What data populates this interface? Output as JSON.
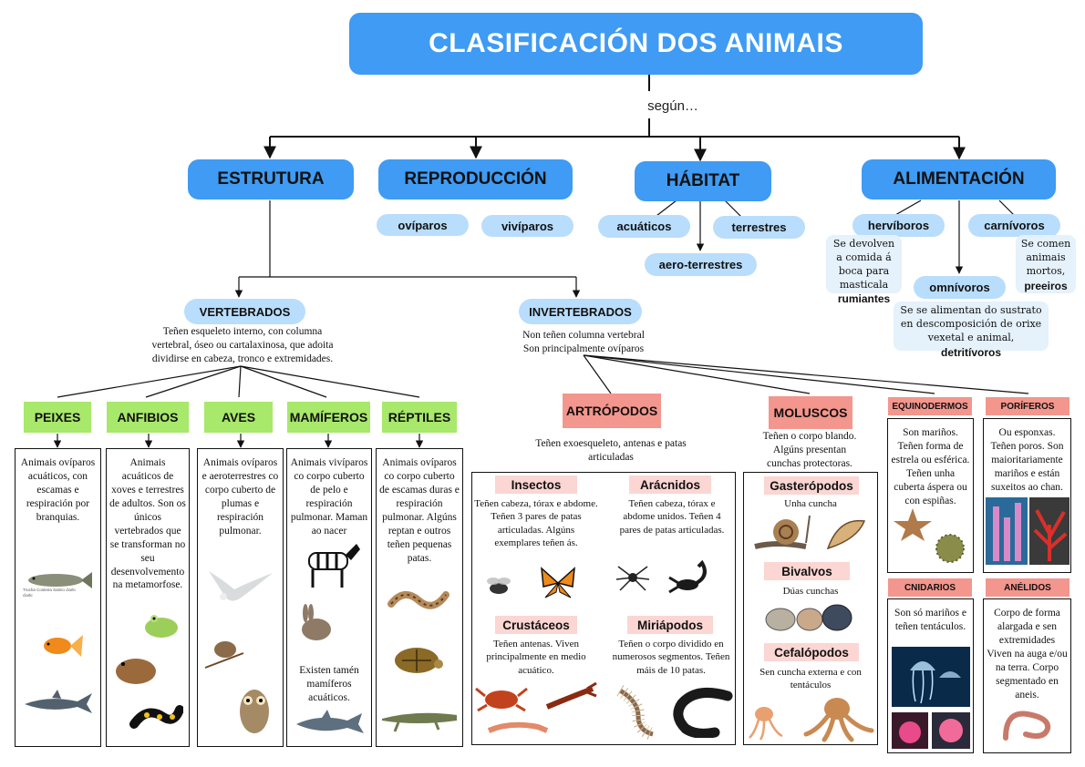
{
  "title": "CLASIFICACIÓN DOS ANIMAIS",
  "connector": "según…",
  "criteria": {
    "estrutura": "ESTRUTURA",
    "reproduccion": "REPRODUCCIÓN",
    "habitat": "HÁBITAT",
    "alimentacion": "ALIMENTACIÓN"
  },
  "reproduccion_types": [
    "ovíparos",
    "vivíparos"
  ],
  "habitat_types": [
    "acuáticos",
    "terrestres",
    "aero-terrestres"
  ],
  "alimentacion": {
    "herbivoros": "hervíboros",
    "herbivoros_note": "Se devolven a comida á boca para masticala",
    "herbivoros_bold": "rumiantes",
    "carnivoros": "carnívoros",
    "carnivoros_note": "Se comen animais mortos,",
    "carnivoros_bold": "preeiros",
    "omnivoros": "omnívoros",
    "omnivoros_note": "Se se alimentan do sustrato en descomposición de orixe vexetal e animal,",
    "omnivoros_bold": "detritívoros"
  },
  "vertebrados": {
    "label": "VERTEBRADOS",
    "desc": "Teñen esqueleto interno, con columna vertebral, óseo ou cartalaxinosa, que adoita dividirse en cabeza, tronco e extremidades.",
    "groups": [
      {
        "name": "PEIXES",
        "text": "Animais ovíparos acuáticos, con escamas e respiración por branquias.",
        "caption": "Trucha Costeira Salmo clarki clarki"
      },
      {
        "name": "ANFIBIOS",
        "text": "Animais acuáticos de xoves e terrestres de adultos. Son os únicos vertebrados que se transforman no seu desenvolvemento na metamorfose."
      },
      {
        "name": "AVES",
        "text": "Animais ovíparos e aeroterrestres co corpo cuberto de plumas e respiración pulmonar."
      },
      {
        "name": "MAMÍFEROS",
        "text": "Animais vivíparos co corpo cuberto de pelo e respiración pulmonar. Maman ao nacer",
        "text2": "Existen tamén mamíferos acuáticos."
      },
      {
        "name": "RÉPTILES",
        "text": "Animais ovíparos co corpo cuberto de escamas duras e respiración pulmonar. Algúns reptan e outros teñen pequenas patas."
      }
    ]
  },
  "invertebrados": {
    "label": "INVERTEBRADOS",
    "desc1": "Non teñen columna vertebral",
    "desc2": "Son principalmente ovíparos",
    "artropodos": {
      "label": "ARTRÓPODOS",
      "desc": "Teñen exoesqueleto, antenas e patas articuladas",
      "insectos": {
        "name": "Insectos",
        "text": "Teñen cabeza, tórax e abdome. Teñen 3 pares de patas articuladas. Algúns exemplares teñen ás."
      },
      "aracnidos": {
        "name": "Arácnidos",
        "text": "Teñen cabeza, tórax e abdome unidos. Teñen 4 pares de patas articuladas."
      },
      "crustaceos": {
        "name": "Crustáceos",
        "text": "Teñen antenas. Viven principalmente en medio acuático."
      },
      "miriapodos": {
        "name": "Miriápodos",
        "text": "Teñen o corpo dividido en numerosos segmentos. Teñen máis de 10 patas."
      }
    },
    "moluscos": {
      "label": "MOLUSCOS",
      "desc": "Teñen o corpo blando. Algúns presentan cunchas protectoras.",
      "gasteropodos": {
        "name": "Gasterópodos",
        "text": "Unha cuncha"
      },
      "bivalvos": {
        "name": "Bivalvos",
        "text": "Dúas cunchas"
      },
      "cefalopodos": {
        "name": "Cefalópodos",
        "text": "Sen cuncha externa e con tentáculos"
      }
    },
    "equinodermos": {
      "label": "EQUINODERMOS",
      "text": "Son mariños. Teñen forma de estrela ou esférica. Teñen unha cuberta áspera ou con espiñas."
    },
    "poriferos": {
      "label": "PORÍFEROS",
      "text": "Ou esponxas. Teñen poros. Son maioritariamente mariños e están suxeitos ao chan."
    },
    "cnidarios": {
      "label": "CNIDARIOS",
      "text": "Son só mariños e teñen tentáculos."
    },
    "anelidos": {
      "label": "ANÉLIDOS",
      "text": "Corpo de forma alargada e sen extremidades Viven na auga e/ou na terra. Corpo segmentado en aneis."
    }
  },
  "colors": {
    "blue": "#3f9bf3",
    "light_blue": "#b9ddfc",
    "green": "#a8e86a",
    "salmon": "#f3968d",
    "pink": "#fbd6d3"
  }
}
